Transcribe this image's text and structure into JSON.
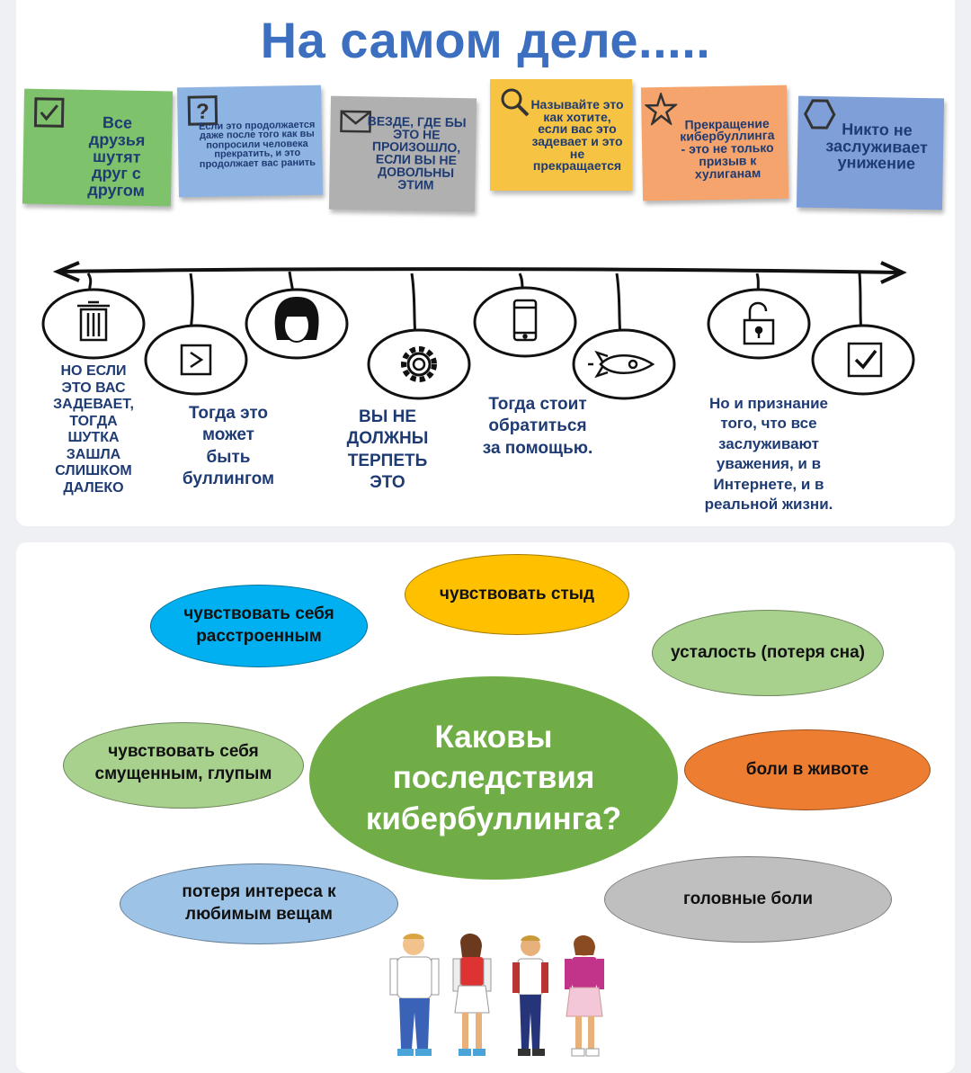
{
  "title": "На самом деле.....",
  "notes": [
    {
      "text": "Все друзья шутят друг с другом",
      "color": "#7ec36b",
      "icon": "checkbox-icon"
    },
    {
      "text": "Если это продолжается даже после того как вы попросили человека прекратить, и это продолжает вас ранить",
      "color": "#8eb4e3",
      "icon": "question-icon"
    },
    {
      "text": "ВЕЗДЕ, ГДЕ БЫ ЭТО НЕ ПРОИЗОШЛО, ЕСЛИ ВЫ НЕ ДОВОЛЬНЫ ЭТИМ",
      "color": "#b0b0b0",
      "icon": "envelope-icon"
    },
    {
      "text": "Называйте это как хотите, если вас это задевает и это не прекращается",
      "color": "#f6c342",
      "icon": "search-icon"
    },
    {
      "text": "Прекращение кибербуллинга - это не только призыв к хулиганам",
      "color": "#f4a46c",
      "icon": "star-icon"
    },
    {
      "text": "Никто не заслуживает унижение",
      "color": "#7f9fd8",
      "icon": "hexagon-icon"
    }
  ],
  "timeline": {
    "icons": [
      "trash-icon",
      "arrow-right-icon",
      "woman-face-icon",
      "gear-icon",
      "smartphone-icon",
      "rocket-icon",
      "unlocked-padlock-icon",
      "checkbox-icon"
    ],
    "texts": [
      "НО ЕСЛИ ЭТО ВАС ЗАДЕВАЕТ, ТОГДА ШУТКА ЗАШЛА СЛИШКОМ ДАЛЕКО",
      "Тогда это может быть буллингом",
      "ВЫ НЕ ДОЛЖНЫ ТЕРПЕТЬ ЭТО",
      "Тогда стоит обратиться за помощью.",
      "Но и признание того, что все заслуживают уважения, и в Интернете, и в реальной жизни."
    ]
  },
  "consequences": {
    "center": "Каковы последствия кибербуллинга?",
    "items": [
      {
        "text": "чувствовать себя расстроенным",
        "color": "#00b0f0"
      },
      {
        "text": "чувствовать стыд",
        "color": "#ffc000"
      },
      {
        "text": "усталость (потеря сна)",
        "color": "#a9d18e"
      },
      {
        "text": "чувствовать себя смущенным, глупым",
        "color": "#a9d18e"
      },
      {
        "text": "боли в животе",
        "color": "#ed7d31"
      },
      {
        "text": "потеря интереса к любимым вещам",
        "color": "#9dc3e6"
      },
      {
        "text": "головные боли",
        "color": "#bfbfbf"
      }
    ],
    "center_color": "#70ad47"
  }
}
